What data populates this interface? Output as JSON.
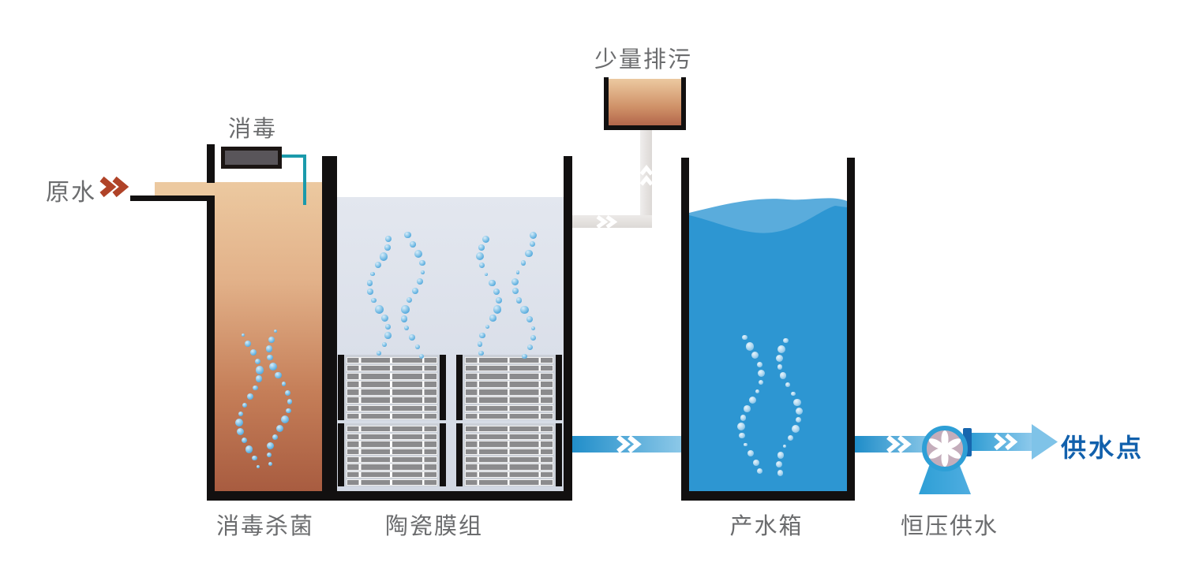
{
  "labels": {
    "raw_water": "原水",
    "disinfectant_doser": "消毒",
    "drain": "少量排污",
    "tank_disinfection": "消毒杀菌",
    "tank_membrane": "陶瓷膜组",
    "tank_product": "产水箱",
    "pump": "恒压供水",
    "supply_point": "供水点"
  },
  "colors": {
    "label_gray": "#6b6c6e",
    "inlet_chevron_red": "#b04328",
    "raw_water_tan_top": "#ecc9a0",
    "raw_water_tan_bottom": "#a85c40",
    "dosing_pipe_teal": "#1b9aab",
    "doser_box_gray": "#59555a",
    "membrane_tank_water": "#dde3ec",
    "membrane_slat_gray": "#8b8b8d",
    "drain_pipe_gray": "#e6e2df",
    "product_water_blue": "#2d96d2",
    "product_water_light_blue": "#5aacdc",
    "pipe_blue_dark": "#1f8dc9",
    "pipe_blue_light": "#8cc8e8",
    "pump_body_blue": "#2e9fd6",
    "pump_impeller_bg": "#c4adbb",
    "pump_connector_blue": "#1766ae",
    "supply_text_blue": "#1160ac",
    "wall_black": "#121010"
  },
  "icons": {
    "inlet_flow_chevron": "double-chevron-right",
    "pipe_flow_chevron": "double-chevron-right",
    "drain_flow_chevron": "double-chevron-up",
    "pump_impeller": "six-petal-impeller",
    "supply_arrow": "right-arrow"
  }
}
